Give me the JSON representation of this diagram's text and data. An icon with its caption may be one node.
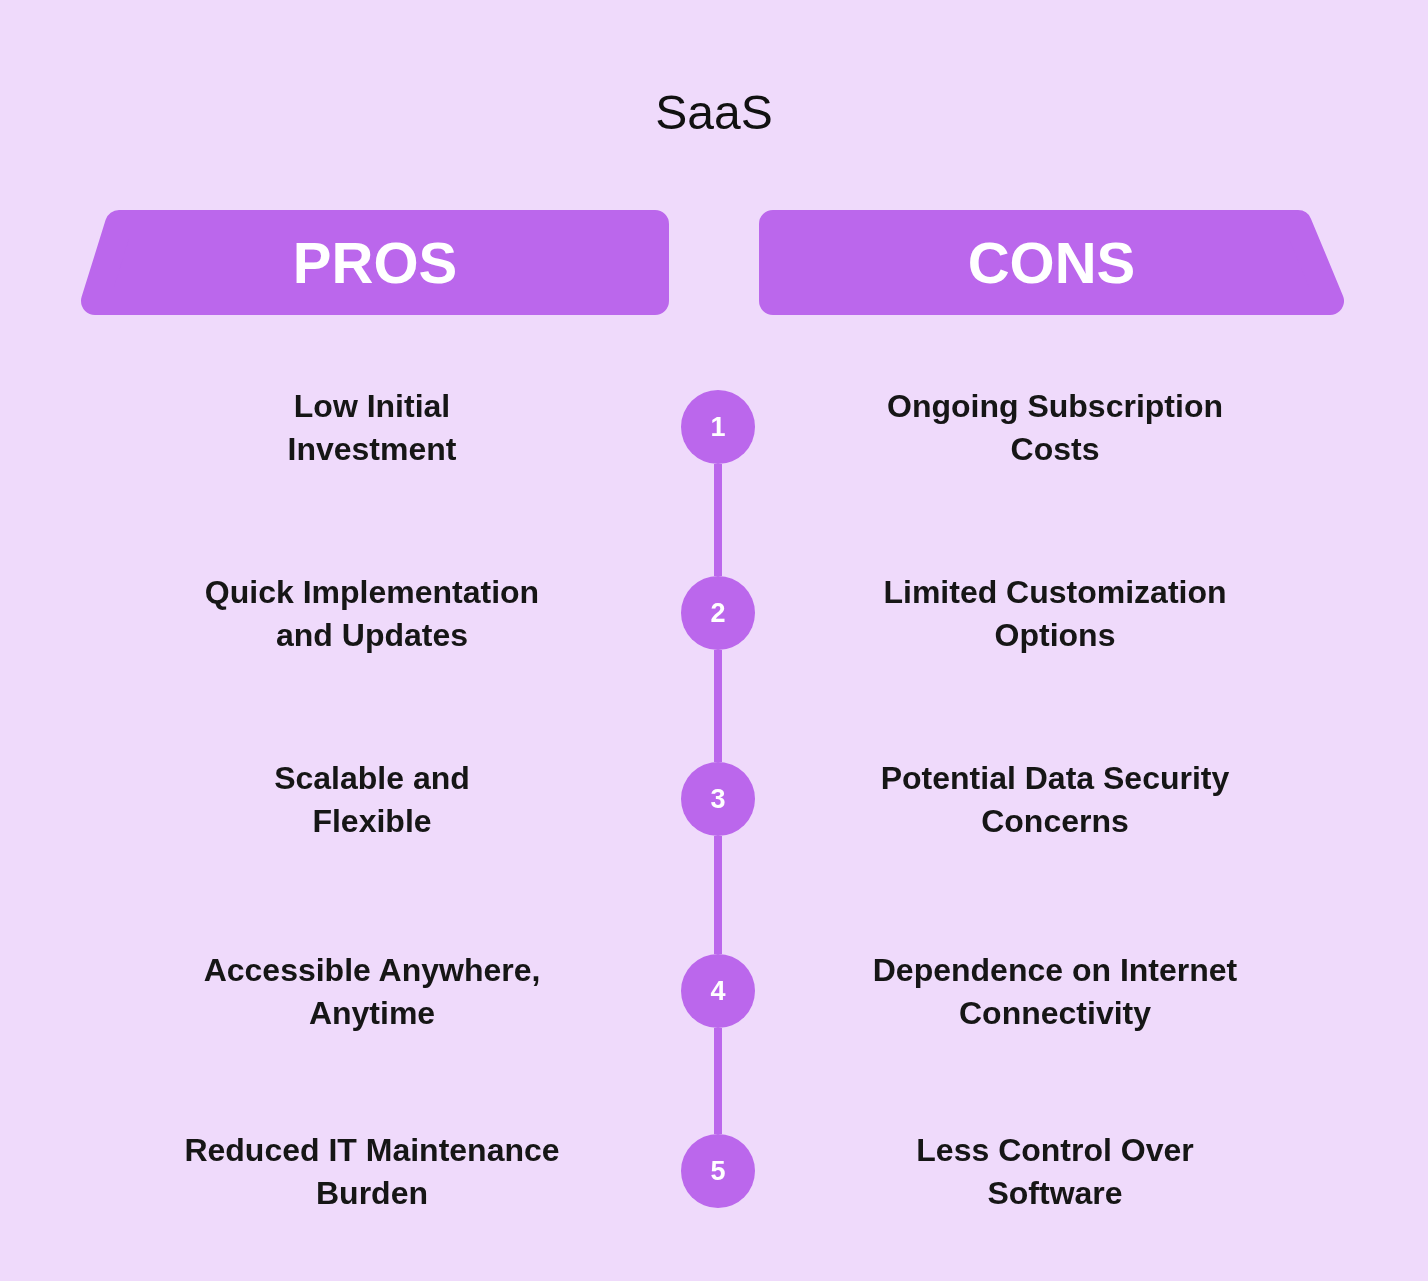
{
  "diagram": {
    "title": "SaaS",
    "nodes": [
      {
        "text": [
          "PROS"
        ]
      },
      {
        "text": [
          "CONS"
        ]
      },
      {
        "text": [
          "1"
        ]
      },
      {
        "text": [
          "2"
        ]
      },
      {
        "text": [
          "3"
        ]
      },
      {
        "text": [
          "4"
        ]
      },
      {
        "text": [
          "5"
        ]
      }
    ],
    "edges": [
      {
        "from": 2,
        "to": 3,
        "arrow": "none"
      },
      {
        "from": 3,
        "to": 4,
        "arrow": "none"
      },
      {
        "from": 4,
        "to": 5,
        "arrow": "none"
      },
      {
        "from": 5,
        "to": 6,
        "arrow": "none"
      }
    ],
    "labels": [
      "Low Initial Investment",
      "Ongoing Subscription Costs",
      "Quick Implementation and Updates",
      "Limited Customization Options",
      "Scalable and Flexible",
      "Potential Data Security Concerns",
      "Accessible Anywhere, Anytime",
      "Dependence on Internet Connectivity",
      "Reduced IT Maintenance Burden",
      "Less Control Over Software"
    ]
  }
}
